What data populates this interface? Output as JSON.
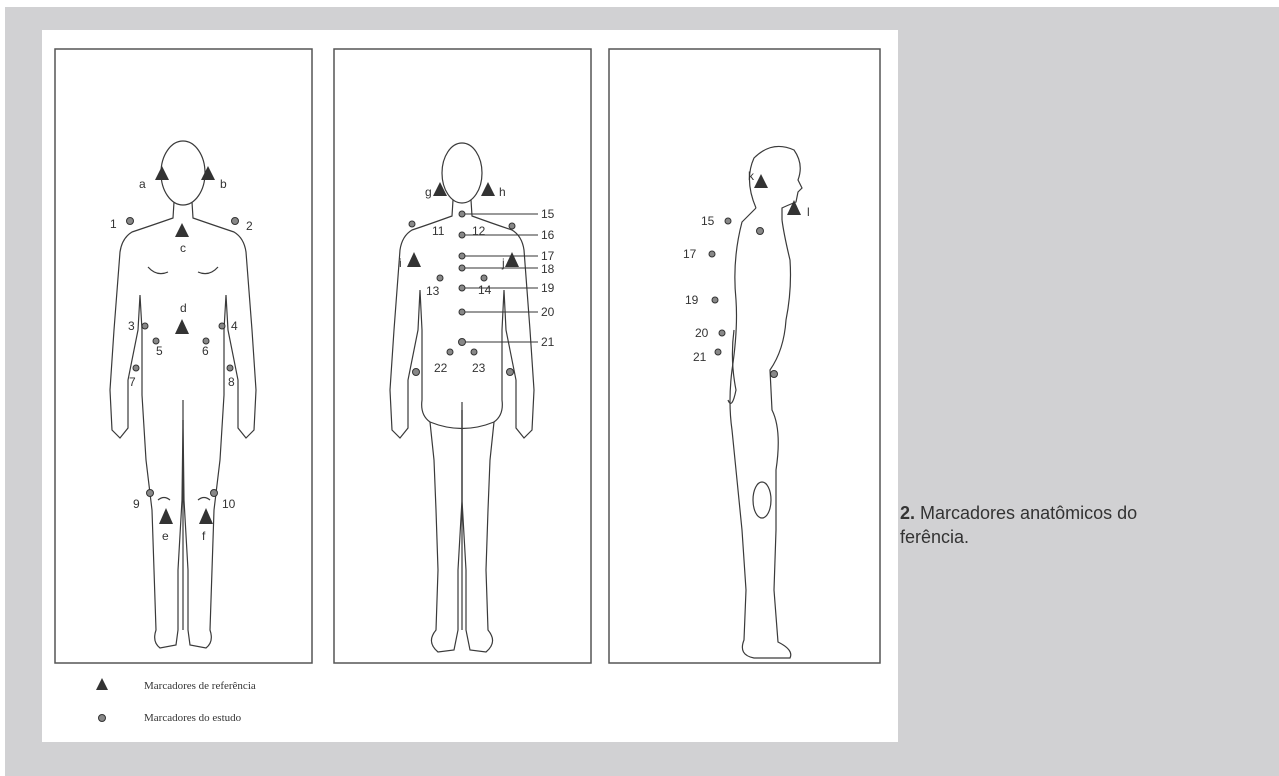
{
  "caption": {
    "number": "2.",
    "text_line1": " Marcadores anatômicos do",
    "text_line2": "ferência."
  },
  "legend": {
    "reference_label": "Marcadores de referência",
    "study_label": "Marcadores do estudo"
  },
  "front_view": {
    "reference_markers": [
      "a",
      "b",
      "c",
      "d",
      "e",
      "f"
    ],
    "study_markers": [
      "1",
      "2",
      "3",
      "4",
      "5",
      "6",
      "7",
      "8",
      "9",
      "10"
    ]
  },
  "back_view": {
    "reference_markers": [
      "g",
      "h",
      "i",
      "j"
    ],
    "study_markers": [
      "11",
      "12",
      "13",
      "14",
      "15",
      "16",
      "17",
      "18",
      "19",
      "20",
      "21",
      "22",
      "23"
    ]
  },
  "side_view": {
    "reference_markers": [
      "k",
      "l"
    ],
    "study_markers": [
      "15",
      "17",
      "19",
      "20",
      "21"
    ]
  },
  "colors": {
    "page_background": "#d1d1d3",
    "figure_background": "#ffffff",
    "line": "#3a3a3a"
  }
}
